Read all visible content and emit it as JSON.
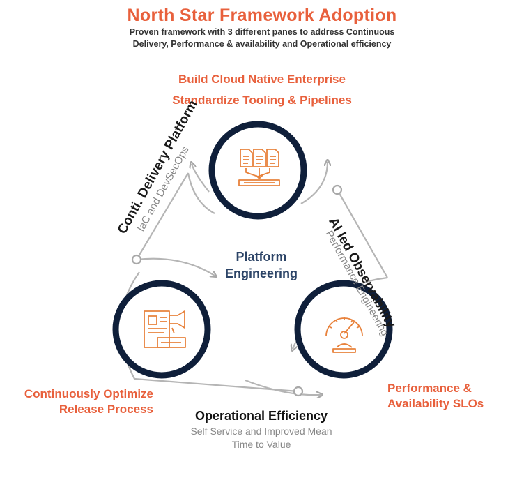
{
  "header": {
    "title": "North Star Framework Adoption",
    "subtitle_line1": "Proven framework with 3 different panes to address Continuous",
    "subtitle_line2": "Delivery, Performance & availability and Operational efficiency"
  },
  "top_pane": {
    "line1": "Build Cloud Native Enterprise",
    "line2": "Standardize Tooling & Pipelines",
    "icon": "documents-merge-icon"
  },
  "left_pane": {
    "title": "Conti. Delivery Platform",
    "subtitle": "IaC and DevSecOps",
    "caption_line1": "Continuously Optimize",
    "caption_line2": "Release Process",
    "icon": "newspaper-megaphone-icon"
  },
  "right_pane": {
    "title": "AI led Observability",
    "subtitle": "Performance Engineering",
    "caption_line1": "Performance &",
    "caption_line2": "Availability SLOs",
    "icon": "gauge-user-icon"
  },
  "bottom_pane": {
    "title": "Operational Efficiency",
    "subtitle_line1": "Self Service and Improved Mean",
    "subtitle_line2": "Time to Value"
  },
  "center": {
    "line1": "Platform",
    "line2": "Engineering"
  },
  "colors": {
    "accent": "#e8603c",
    "navy": "#0f1f3a",
    "center_text": "#2c4467",
    "arrow_gray": "#b5b5b5"
  }
}
